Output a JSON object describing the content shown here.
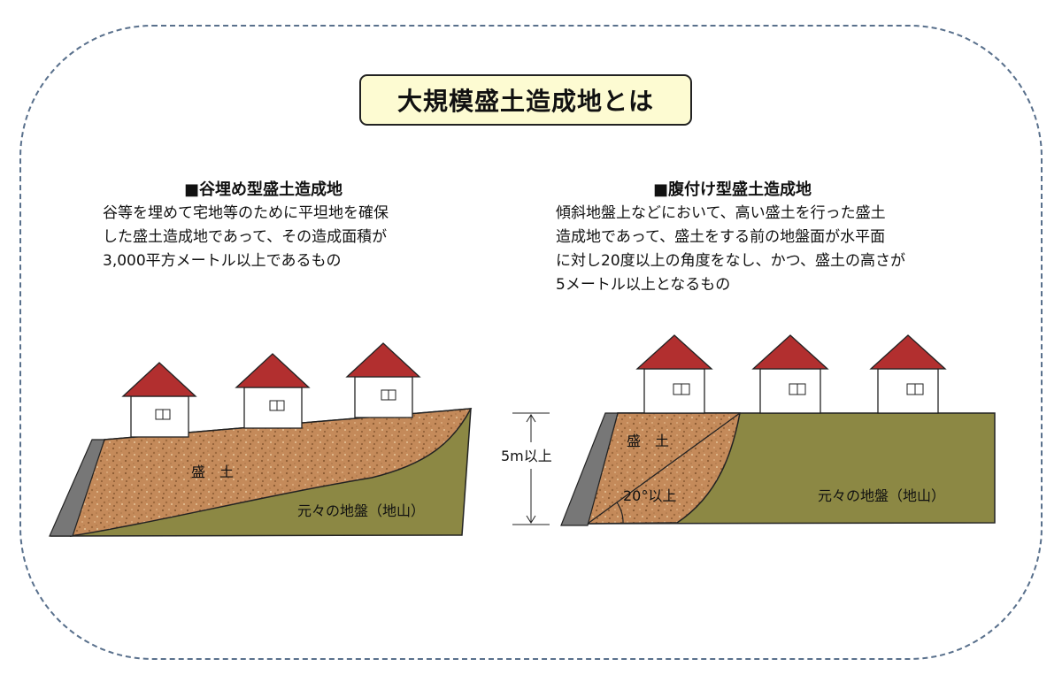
{
  "title": "大規模盛土造成地とは",
  "left": {
    "heading": "■谷埋め型盛土造成地",
    "description": [
      "谷等を埋めて宅地等のために平坦地を確保",
      "した盛土造成地であって、その造成面積が",
      "3,000平方メートル以上であるもの"
    ],
    "fill_label": "盛　土",
    "ground_label": "元々の地盤（地山）"
  },
  "right": {
    "heading": "■腹付け型盛土造成地",
    "description": [
      "傾斜地盤上などにおいて、高い盛土を行った盛土",
      "造成地であって、盛土をする前の地盤面が水平面",
      "に対し20度以上の角度をなし、かつ、盛土の高さが",
      "5メートル以上となるもの"
    ],
    "fill_label": "盛　土",
    "angle_label": "20°以上",
    "ground_label": "元々の地盤（地山）",
    "height_label": "5m以上"
  },
  "colors": {
    "fill_soil": "#c48a5a",
    "ground": "#8c8844",
    "roof": "#b22f2f",
    "retaining_wall": "#777777",
    "title_bg": "#fdfbd2",
    "frame_border": "#59708c"
  }
}
